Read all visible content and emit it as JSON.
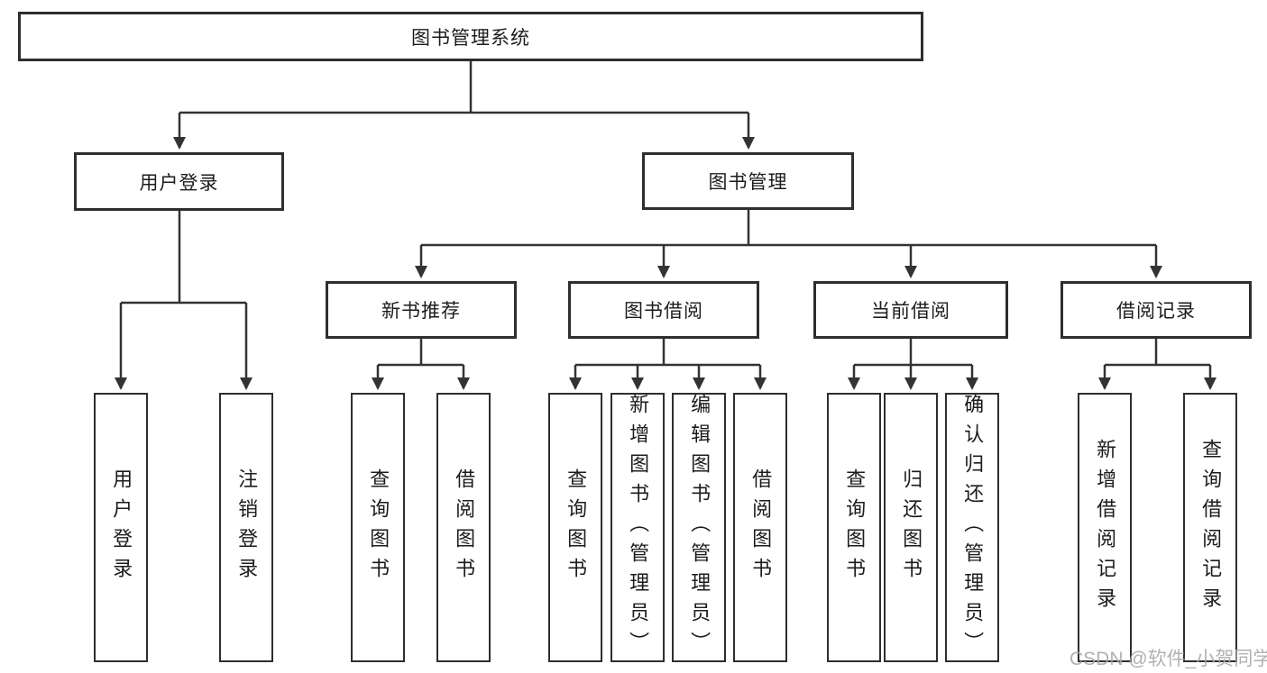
{
  "diagram": {
    "type": "hierarchy-tree",
    "tree": {
      "root": "图书管理系统",
      "children": [
        {
          "label": "用户登录",
          "children": [
            "用户登录",
            "注销登录"
          ]
        },
        {
          "label": "图书管理",
          "children": [
            {
              "label": "新书推荐",
              "children": [
                "查询图书",
                "借阅图书"
              ]
            },
            {
              "label": "图书借阅",
              "children": [
                "查询图书",
                "新增图书（管理员）",
                "编辑图书（管理员）",
                "借阅图书"
              ]
            },
            {
              "label": "当前借阅",
              "children": [
                "查询图书",
                "归还图书",
                "确认归还（管理员）"
              ]
            },
            {
              "label": "借阅记录",
              "children": [
                "新增借阅记录",
                "查询借阅记录"
              ]
            }
          ]
        }
      ]
    },
    "watermark": "CSDN @软件_小贺同学",
    "colors": {
      "line": "#333333",
      "border": "#2e2e2e",
      "text": "#1c1c1c",
      "watermark": "#a9a9a9",
      "background": "#ffffff"
    }
  }
}
